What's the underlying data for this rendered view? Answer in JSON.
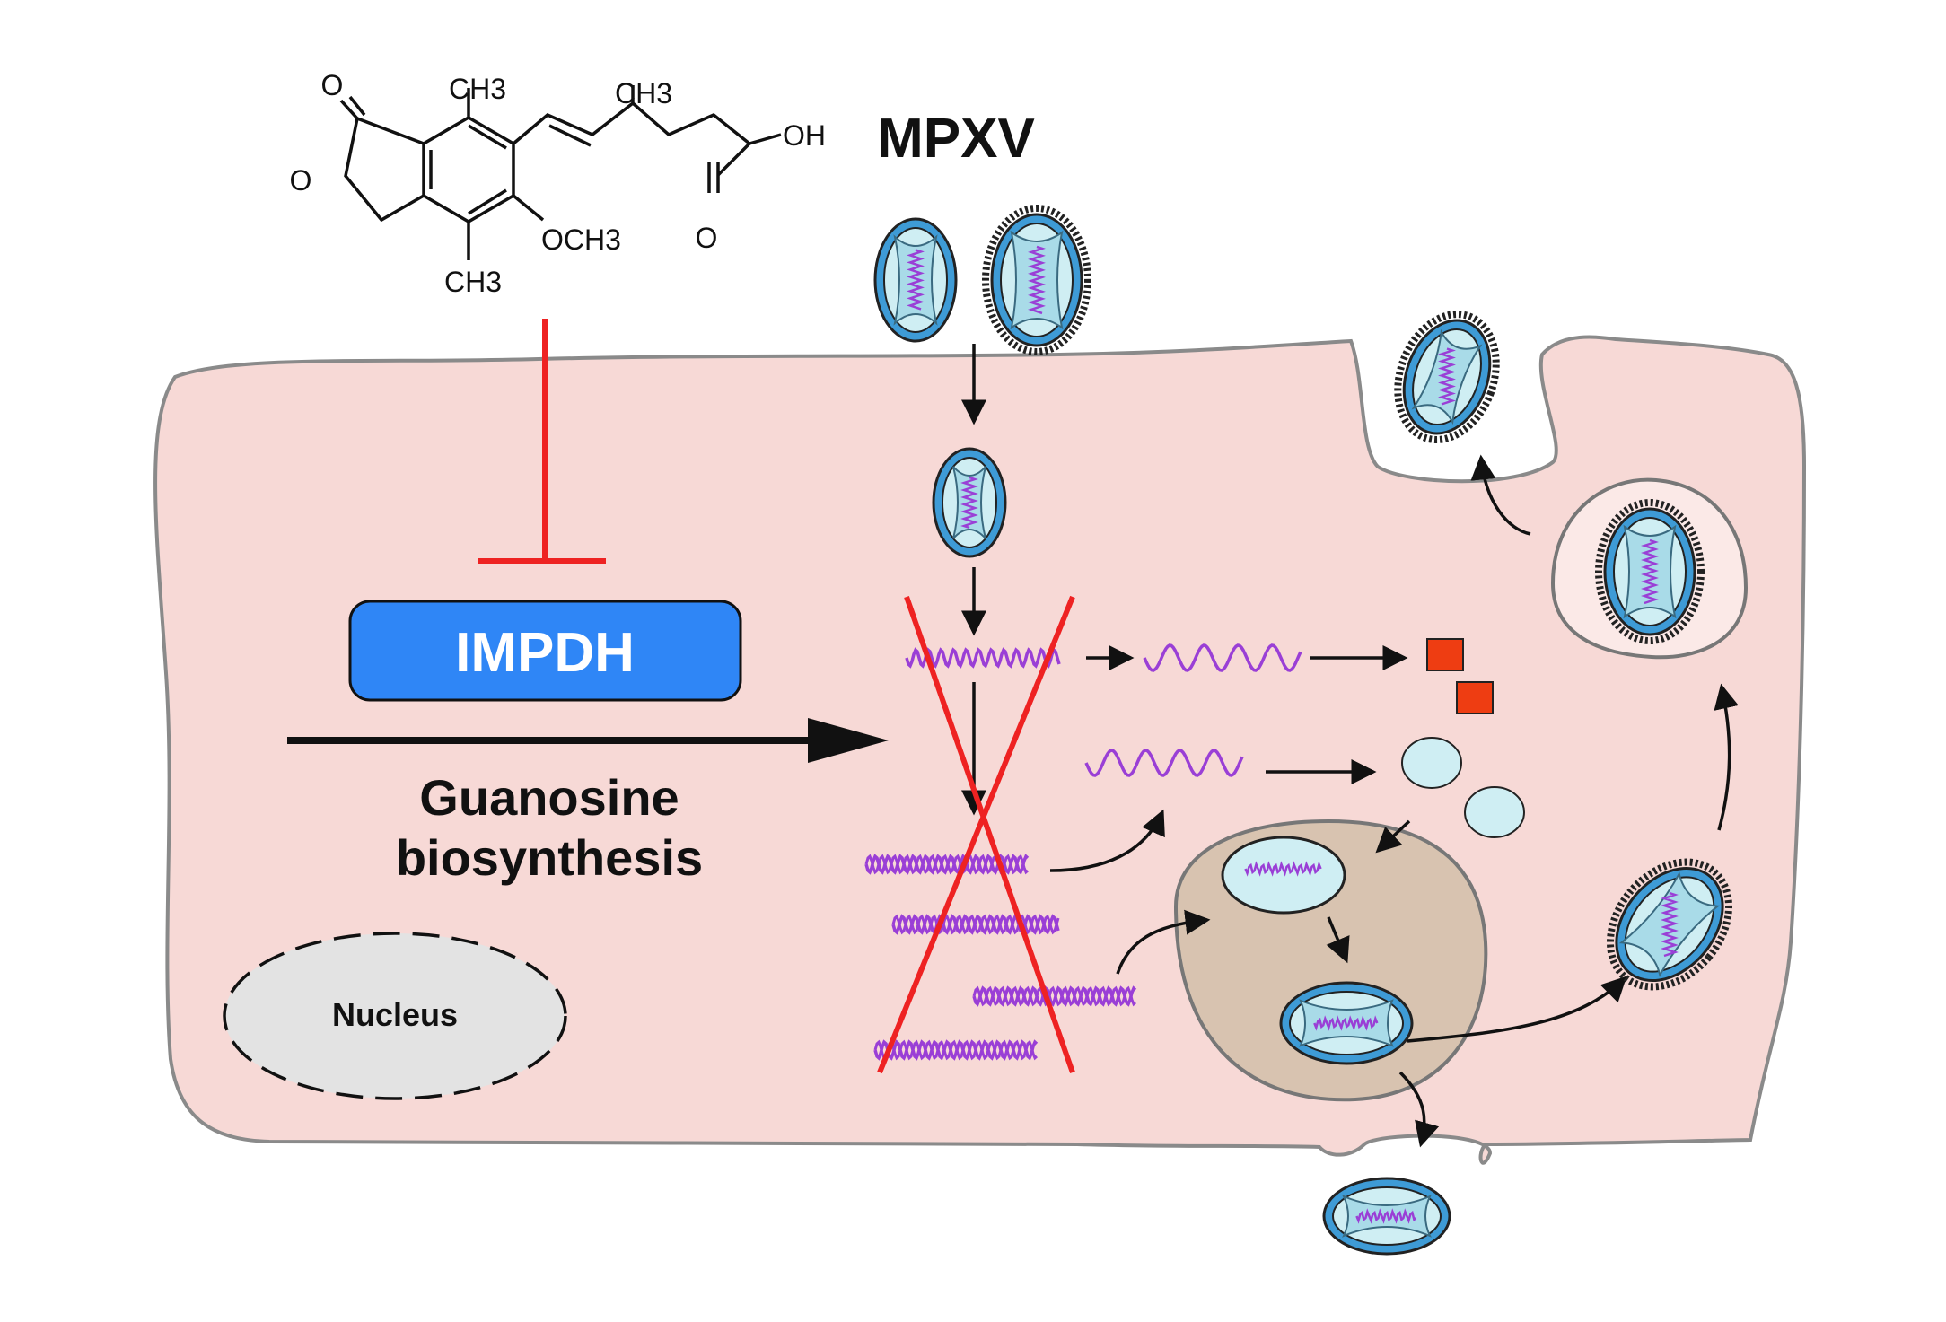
{
  "title": "MPXV",
  "drug": {
    "labels": {
      "carbonyl_o": "O",
      "ring_o": "O",
      "ch3_top": "CH3",
      "ch3_chain": "CH3",
      "oh": "OH",
      "acid_o": "O",
      "och3": "OCH3",
      "ch3_bottom": "CH3"
    }
  },
  "enzyme": {
    "label": "IMPDH"
  },
  "pathway": {
    "line1": "Guanosine",
    "line2": "biosynthesis"
  },
  "nucleus": {
    "label": "Nucleus"
  },
  "colors": {
    "cell_fill": "#f7d9d6",
    "cell_stroke": "#8a8a8a",
    "inhibit_red": "#ee2222",
    "enzyme_blue": "#2f86f6",
    "virus_blue": "#3e9bd6",
    "virus_inner": "#cfeef3",
    "rna_purple": "#9a3fd6",
    "protein_orange": "#ee3d12",
    "factory_fill": "#d8c3b0",
    "nucleus_fill": "#e3e3e3"
  }
}
